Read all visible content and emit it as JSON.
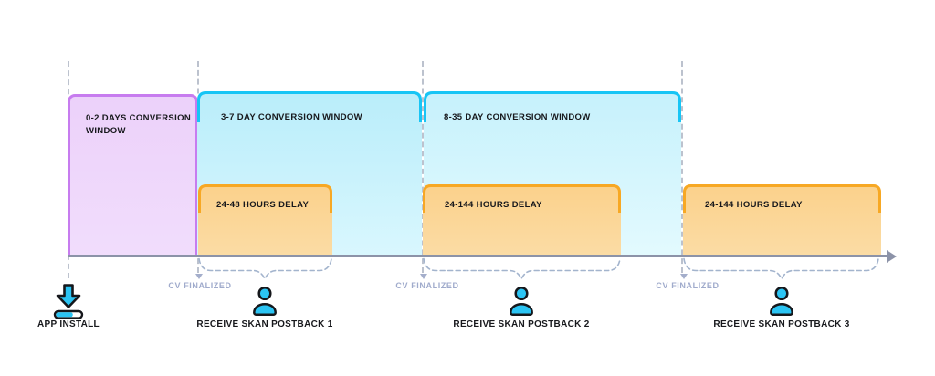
{
  "diagram": {
    "conversion_windows": [
      {
        "label": "0-2 DAYS CONVERSION WINDOW"
      },
      {
        "label": "3-7 DAY CONVERSION WINDOW"
      },
      {
        "label": "8-35 DAY CONVERSION WINDOW"
      }
    ],
    "delays": [
      {
        "label": "24-48 HOURS DELAY"
      },
      {
        "label": "24-144 HOURS DELAY"
      },
      {
        "label": "24-144 HOURS DELAY"
      }
    ],
    "cv_markers": [
      {
        "label": "CV FINALIZED"
      },
      {
        "label": "CV FINALIZED"
      },
      {
        "label": "CV FINALIZED"
      }
    ],
    "milestones": [
      {
        "icon": "app-install-icon",
        "label": "APP INSTALL"
      },
      {
        "icon": "person-icon",
        "label": "RECEIVE SKAN POSTBACK 1"
      },
      {
        "icon": "person-icon",
        "label": "RECEIVE SKAN POSTBACK 2"
      },
      {
        "icon": "person-icon",
        "label": "RECEIVE SKAN POSTBACK 3"
      }
    ],
    "colors": {
      "window_purple_border": "#C77CEF",
      "window_purple_fill": "#ECD1FA",
      "window_cyan_border": "#17C5F5",
      "window_cyan_fill": "#B9EDFA",
      "delay_orange_border": "#F7A824",
      "delay_orange_fill": "#FBD18B",
      "axis_gray": "#8C93A8",
      "dashed_line_gray": "#BCC2CE",
      "marker_text_blue": "#A0ABCC",
      "icon_cyan": "#2BC4F3",
      "label_dark": "#17181C"
    }
  }
}
